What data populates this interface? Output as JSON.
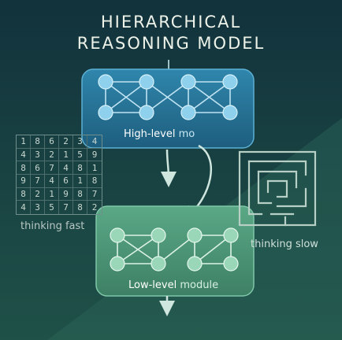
{
  "title": {
    "line1": "HIERARCHICAL",
    "line2": "REASONING MODEL"
  },
  "high_module": {
    "label_prefix": "High-level",
    "label_suffix": " mo"
  },
  "low_module": {
    "label_prefix": "Low-level",
    "label_suffix": " module"
  },
  "left_caption": "thinking fast",
  "right_caption": "thinking slow",
  "number_grid": [
    [
      "1",
      "8",
      "6",
      "2",
      "3",
      "4"
    ],
    [
      "4",
      "3",
      "2",
      "1",
      "5",
      "9"
    ],
    [
      "8",
      "6",
      "7",
      "4",
      "8",
      "1"
    ],
    [
      "9",
      "7",
      "4",
      "6",
      "1",
      "8"
    ],
    [
      "8",
      "2",
      "1",
      "9",
      "8",
      "7"
    ],
    [
      "4",
      "3",
      "5",
      "7",
      "8",
      "2"
    ]
  ],
  "colors": {
    "background_top": "#12323c",
    "background_bottom": "#1f5148",
    "high_module": "#2a7ea3",
    "low_module": "#4f9b7d",
    "text_light": "#eef3ea"
  }
}
